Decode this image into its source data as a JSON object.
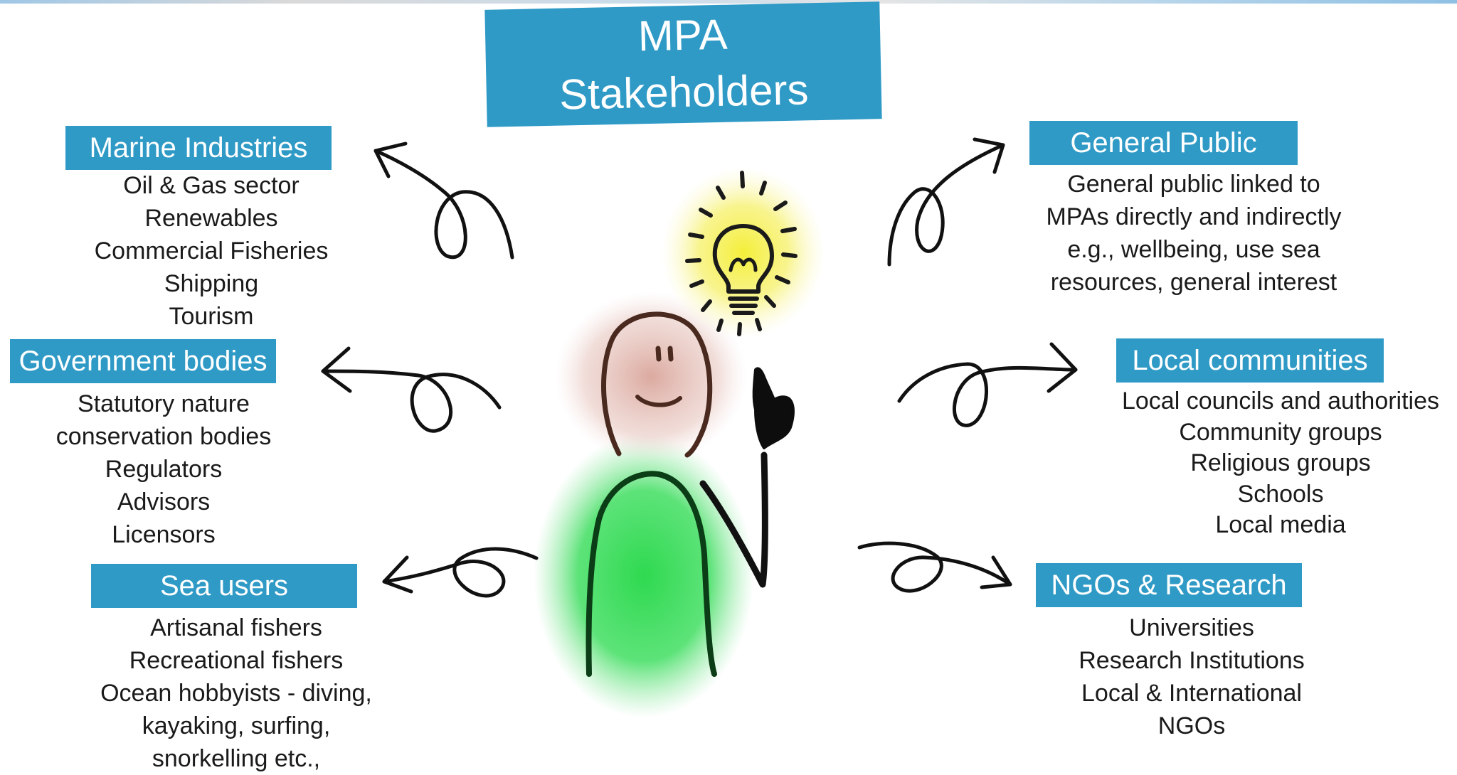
{
  "title": {
    "line1": "MPA",
    "line2": "Stakeholders"
  },
  "groups": {
    "marine_industries": {
      "heading": "Marine Industries",
      "items": [
        "Oil & Gas sector",
        "Renewables",
        "Commercial Fisheries",
        "Shipping",
        "Tourism"
      ]
    },
    "government_bodies": {
      "heading": "Government bodies",
      "items": [
        "Statutory nature",
        "conservation bodies",
        "Regulators",
        "Advisors",
        "Licensors"
      ]
    },
    "sea_users": {
      "heading": "Sea users",
      "items": [
        "Artisanal fishers",
        "Recreational fishers",
        "Ocean hobbyists - diving,",
        "kayaking, surfing,",
        "snorkelling etc.,"
      ]
    },
    "general_public": {
      "heading": "General Public",
      "items": [
        "General public linked to",
        "MPAs directly and indirectly",
        "e.g., wellbeing, use sea",
        "resources, general interest"
      ]
    },
    "local_communities": {
      "heading": "Local communities",
      "items": [
        "Local councils and authorities",
        "Community groups",
        "Religious groups",
        "Schools",
        "Local media"
      ]
    },
    "ngos_research": {
      "heading": "NGOs & Research",
      "items": [
        "Universities",
        "Research Institutions",
        "Local & International",
        "NGOs"
      ]
    }
  },
  "colors": {
    "label_background": "#2f9ac6",
    "label_text": "#ffffff",
    "body_glow": "#2ed94f",
    "head_glow": "#d9a59a",
    "bulb_glow": "#f4ef3a"
  },
  "icons": [
    "lightbulb-icon",
    "person-figure",
    "curly-arrow"
  ]
}
